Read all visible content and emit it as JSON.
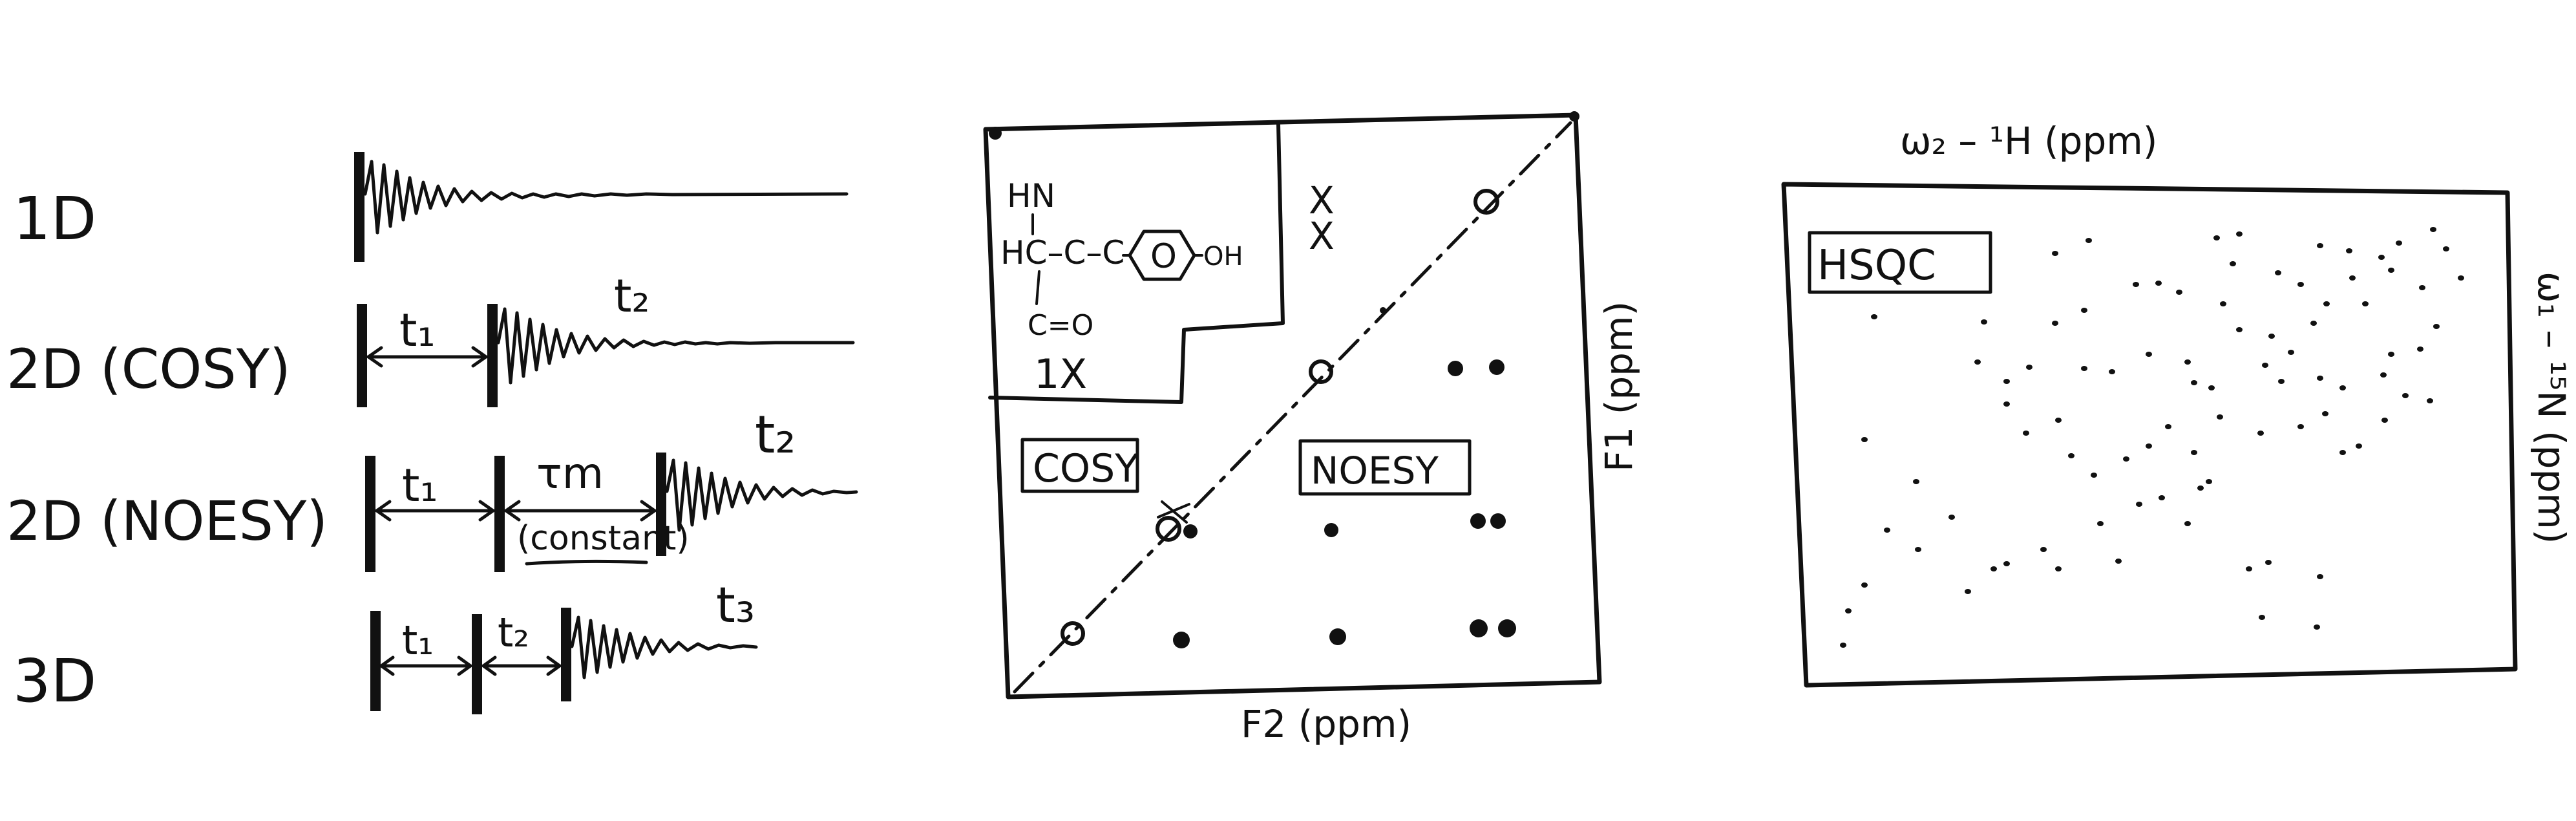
{
  "pulse_sequences": {
    "rows": [
      {
        "label": "1D"
      },
      {
        "label": "2D (COSY)",
        "t1": "t₁",
        "t2": "t₂"
      },
      {
        "label": "2D (NOESY)",
        "t1": "t₁",
        "tm": "τm",
        "constant": "(constant)",
        "t2": "t₂"
      },
      {
        "label": "3D",
        "t1": "t₁",
        "t2": "t₂",
        "t3": "t₃"
      }
    ]
  },
  "spectrum_2d": {
    "molecule": {
      "hn": "HN",
      "hc": "HC–C–C",
      "ring": "O",
      "oh": "OH",
      "co": "C=O"
    },
    "mark_a": "1X",
    "mark_b": "X\nX",
    "cosy_label": "COSY",
    "noesy_label": "NOESY",
    "x_axis": "F2 (ppm)",
    "y_axis": "F1 (ppm)"
  },
  "hsqc": {
    "label": "HSQC",
    "top_axis": "ω₂ – ¹H (ppm)",
    "right_axis": "ω₁ – ¹⁵N (ppm)"
  }
}
